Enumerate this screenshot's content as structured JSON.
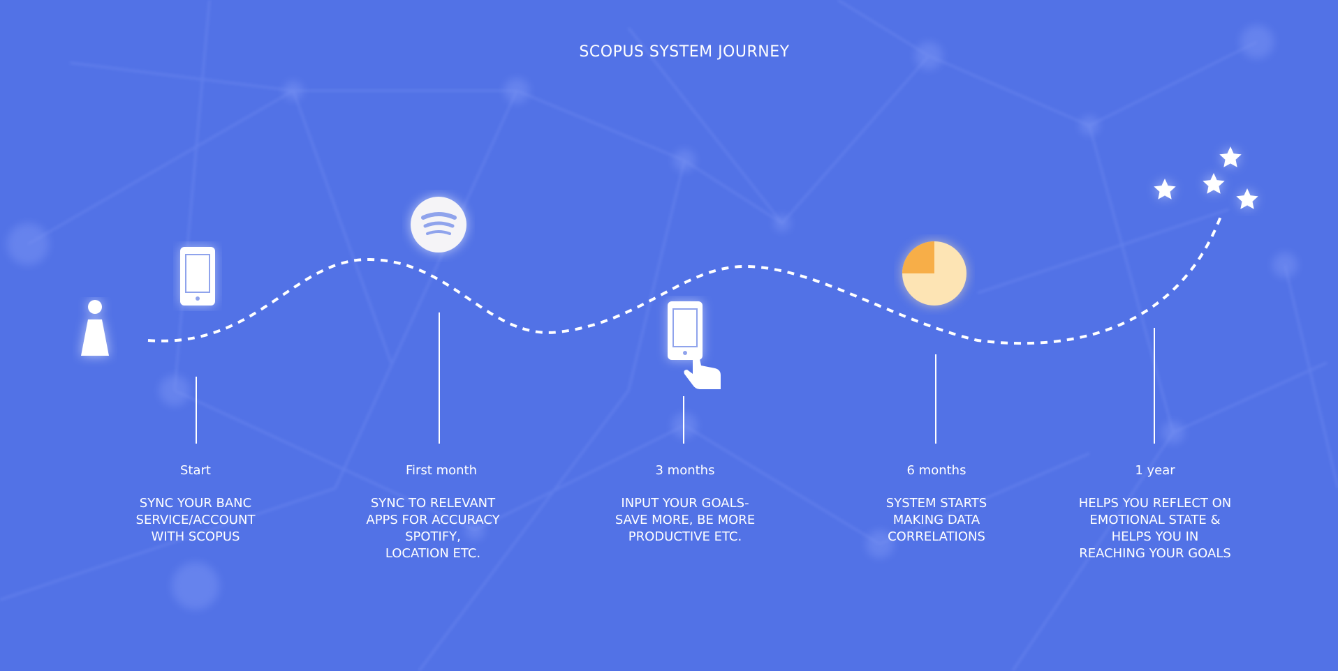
{
  "title": "SCOPUS SYSTEM JOURNEY",
  "colors": {
    "background": "#5272e6",
    "foreground": "#ffffff",
    "pie_light": "#fde4b4",
    "pie_dark": "#f7ae48",
    "icon_accent": "#8fa3ec"
  },
  "stages": [
    {
      "label": "Start",
      "description": "SYNC YOUR BANC\nSERVICE/ACCOUNT\nWITH SCOPUS",
      "icon": "smartphone-icon"
    },
    {
      "label": "First month",
      "description": "SYNC TO RELEVANT\nAPPS FOR ACCURACY\nSPOTIFY,\nLOCATION ETC.",
      "icon": "spotify-icon"
    },
    {
      "label": "3 months",
      "description": "INPUT YOUR GOALS-\nSAVE MORE, BE MORE\nPRODUCTIVE ETC.",
      "icon": "phone-tap-icon"
    },
    {
      "label": "6 months",
      "description": "SYSTEM STARTS\nMAKING DATA\nCORRELATIONS",
      "icon": "pie-chart-icon"
    },
    {
      "label": "1 year",
      "description": "HELPS YOU REFLECT ON\nEMOTIONAL STATE &\nHELPS YOU IN\nREACHING YOUR GOALS",
      "icon": "stars-icon"
    }
  ]
}
